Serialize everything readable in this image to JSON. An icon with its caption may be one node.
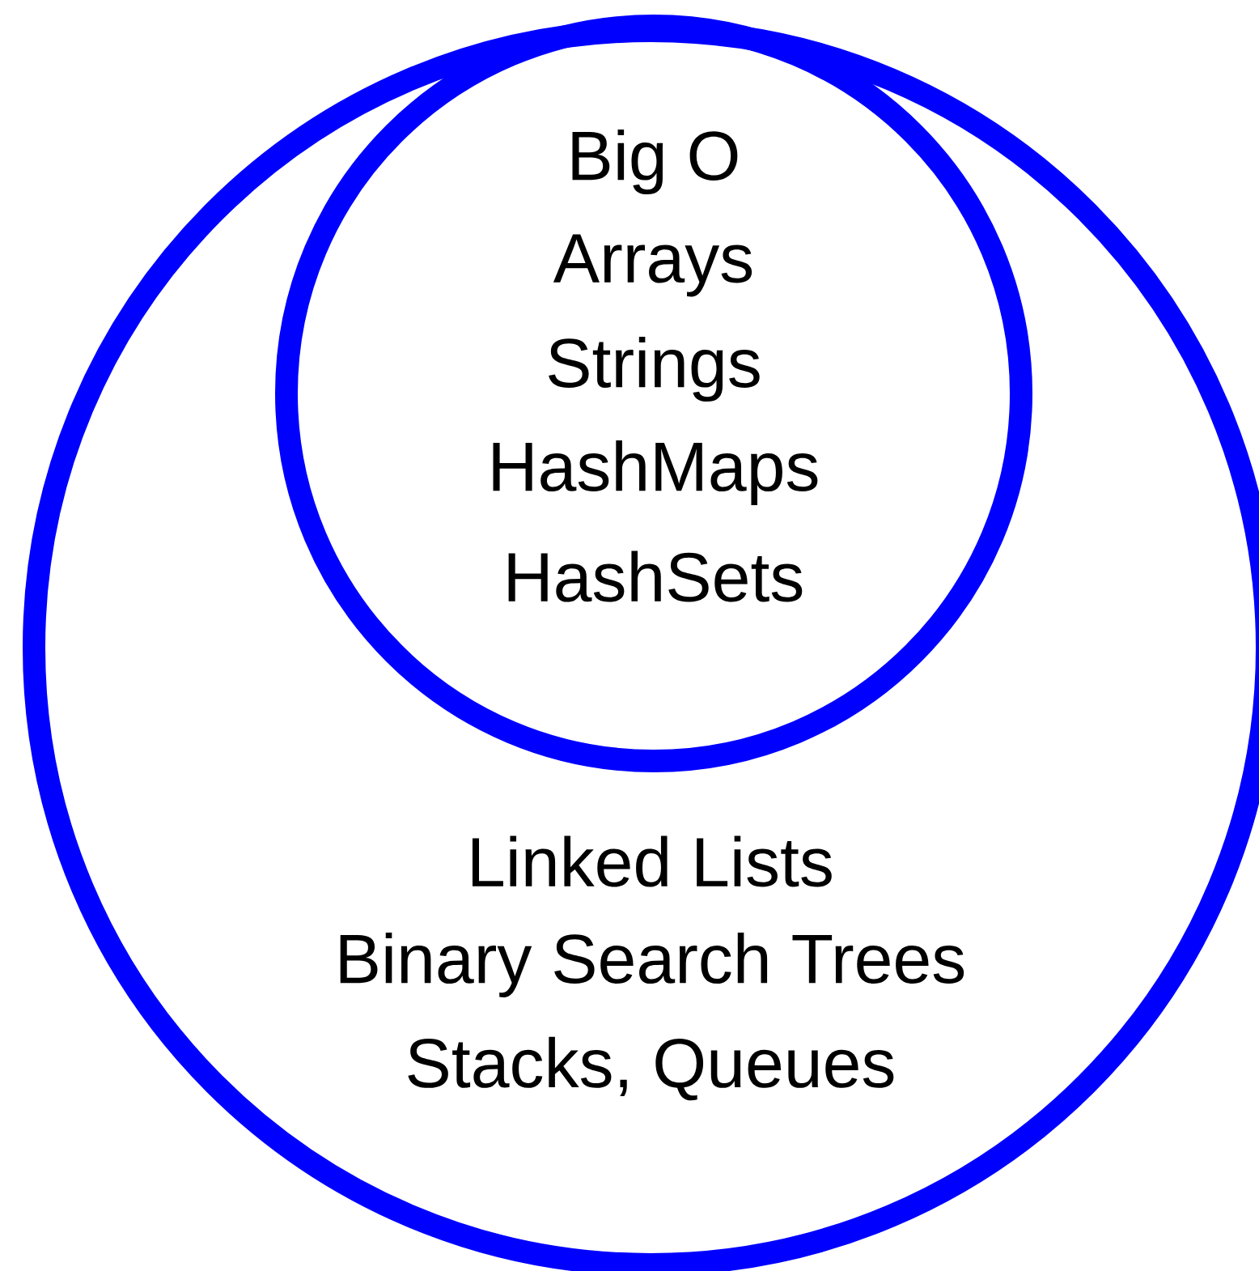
{
  "diagram": {
    "nodes": [
      {
        "text": [
          "Linked Lists",
          "Binary Search Trees",
          "Stacks, Queues"
        ]
      },
      {
        "text": [
          "Big O",
          "Arrays",
          "Strings",
          "HashMaps",
          "HashSets"
        ],
        "in": 0
      }
    ]
  }
}
